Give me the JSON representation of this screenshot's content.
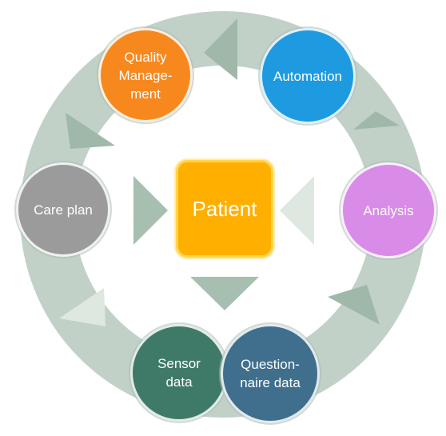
{
  "diagram": {
    "center": {
      "label": "Patient"
    },
    "nodes": [
      {
        "key": "quality",
        "label": "Quality\nManage-\nment",
        "color": "#f7881e"
      },
      {
        "key": "automation",
        "label": "Automation",
        "color": "#1e9ae0"
      },
      {
        "key": "analysis",
        "label": "Analysis",
        "color": "#d98be8"
      },
      {
        "key": "questionnaire",
        "label": "Question-\nnaire data",
        "color": "#3f6f8d"
      },
      {
        "key": "sensor",
        "label": "Sensor\ndata",
        "color": "#3f7a68"
      },
      {
        "key": "careplan",
        "label": "Care plan",
        "color": "#9b9b9b"
      }
    ],
    "colors": {
      "ring": "#c2d1c7",
      "arrow": "#9fb8a9",
      "arrow_light": "#dfe7e1",
      "center": "#ffaf00"
    }
  }
}
